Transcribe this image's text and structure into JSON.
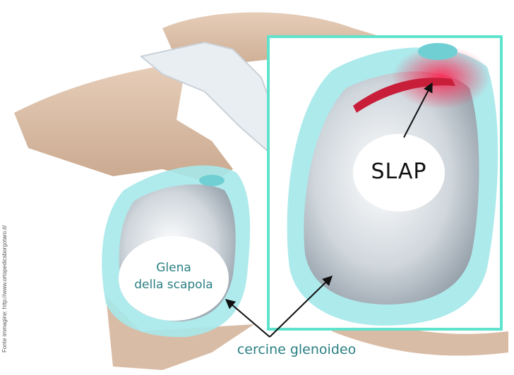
{
  "labels": {
    "slap": "SLAP",
    "glena_line1": "Glena",
    "glena_line2": "della scapola",
    "cercine": "cercine glenoideo",
    "credit": "Fonte immagine: http://www.ortopedicsborgotaro.it/"
  },
  "colors": {
    "bone": "#dcbfa8",
    "labrum": "#8fe0e0",
    "frame": "#5fe3cc",
    "label_text": "#2a7f82",
    "lesion": "#e8304a"
  }
}
